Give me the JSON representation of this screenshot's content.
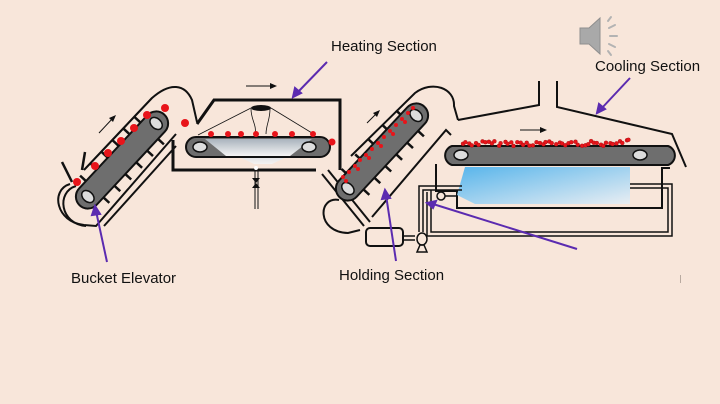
{
  "slide": {
    "background": "#f8e6da",
    "labels": {
      "heating": "Heating Section",
      "cooling": "Cooling Section",
      "bucket_elevator": "Bucket Elevator",
      "holding": "Holding Section"
    },
    "icons": {
      "audio": "speaker-icon"
    },
    "colors": {
      "pointer_arrow": "#5b2bb0",
      "product": "#e8141a",
      "belt": "#6e6e6e",
      "outline": "#111111",
      "cooling_air": "#5bb8ec",
      "heating_glow": "#c9d2dc"
    },
    "flow_direction": "left-to-right"
  }
}
